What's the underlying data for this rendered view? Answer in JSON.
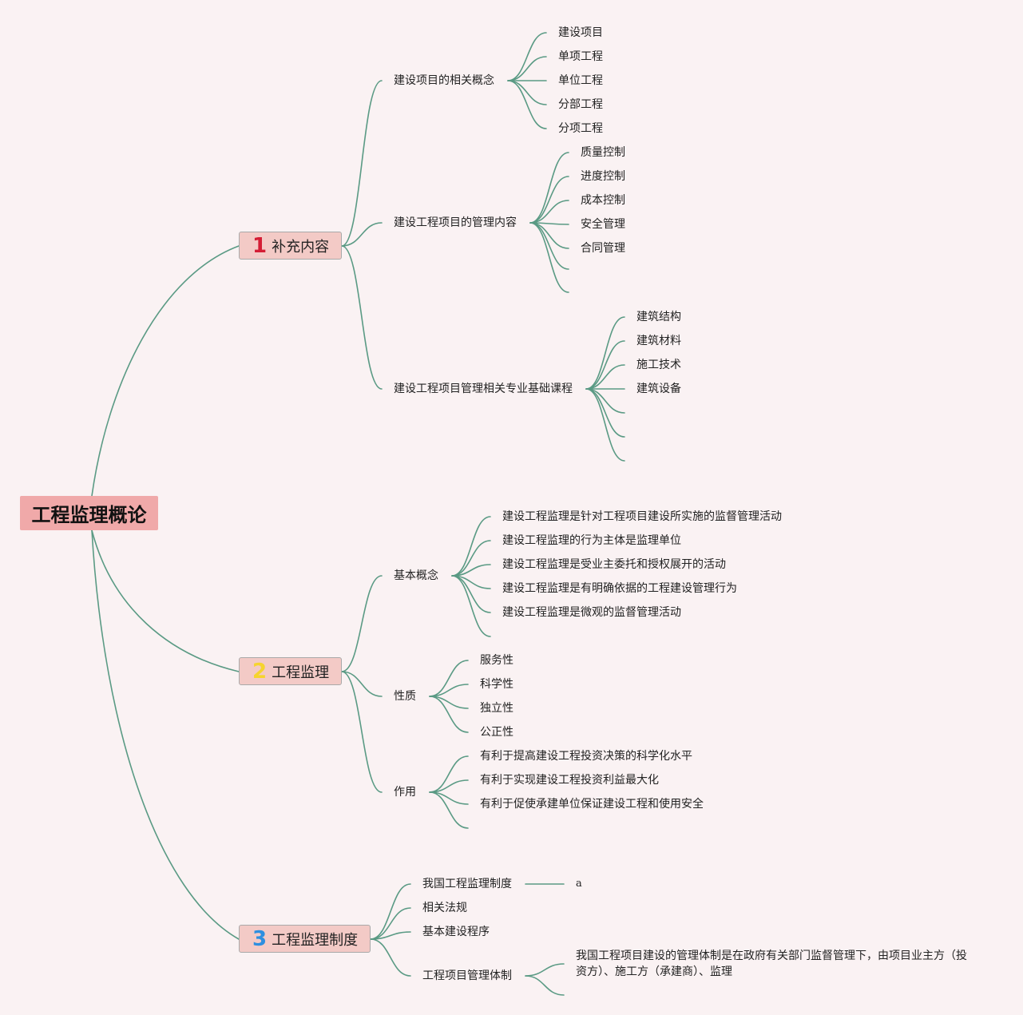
{
  "root": {
    "title": "工程监理概论"
  },
  "topics": [
    {
      "num": "1",
      "num_color": "#d41e35",
      "label": "补充内容",
      "subs": [
        {
          "label": "建设项目的相关概念",
          "leaves": [
            "建设项目",
            "单项工程",
            "单位工程",
            "分部工程",
            "分项工程"
          ]
        },
        {
          "label": "建设工程项目的管理内容",
          "leaves": [
            "质量控制",
            "进度控制",
            "成本控制",
            "安全管理",
            "合同管理",
            "",
            ""
          ]
        },
        {
          "label": "建设工程项目管理相关专业基础课程",
          "leaves": [
            "建筑结构",
            "建筑材料",
            "施工技术",
            "建筑设备",
            "",
            "",
            ""
          ]
        }
      ]
    },
    {
      "num": "2",
      "num_color": "#f6d42e",
      "label": "工程监理",
      "subs": [
        {
          "label": "基本概念",
          "leaves": [
            "建设工程监理是针对工程项目建设所实施的监督管理活动",
            "建设工程监理的行为主体是监理单位",
            "建设工程监理是受业主委托和授权展开的活动",
            "建设工程监理是有明确依据的工程建设管理行为",
            "建设工程监理是微观的监督管理活动",
            ""
          ]
        },
        {
          "label": "性质",
          "leaves": [
            "服务性",
            "科学性",
            "独立性",
            "公正性"
          ]
        },
        {
          "label": "作用",
          "leaves": [
            "有利于提高建设工程投资决策的科学化水平",
            "有利于实现建设工程投资利益最大化",
            "有利于促使承建单位保证建设工程和使用安全",
            ""
          ]
        }
      ]
    },
    {
      "num": "3",
      "num_color": "#2e8fe0",
      "label": "工程监理制度",
      "subs": [
        {
          "label": "我国工程监理制度",
          "leaves": [
            "a"
          ]
        },
        {
          "label": "相关法规",
          "leaves": []
        },
        {
          "label": "基本建设程序",
          "leaves": []
        },
        {
          "label": "工程项目管理体制",
          "leaves": [
            "我国工程项目建设的管理体制是在政府有关部门监督管理下，由项目业主方（投资方）、施工方（承建商）、监理",
            ""
          ]
        }
      ]
    }
  ],
  "colors": {
    "edge": "#5a9a84",
    "root_bg": "#f0a9a9",
    "topic_bg": "#f3cac6",
    "background": "#faf2f3"
  }
}
